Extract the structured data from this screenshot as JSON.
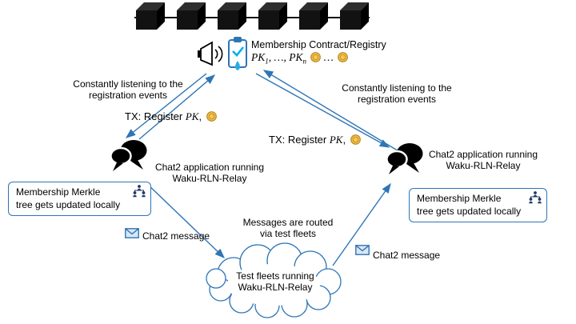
{
  "diagram": {
    "contract": {
      "title": "Membership Contract/Registry",
      "pk": "PK",
      "pk_sub_first": "1",
      "pk_mid": ", …, ",
      "pk_sub_last": "n",
      "coins_ellipsis": "…"
    },
    "listening_left": {
      "line1": "Constantly listening to the",
      "line2": "registration events"
    },
    "listening_right": {
      "line1": "Constantly listening to the",
      "line2": "registration events"
    },
    "tx_left": {
      "prefix": "TX: Register ",
      "pk": "PK",
      "suffix": ","
    },
    "tx_right": {
      "prefix": "TX: Register ",
      "pk": "PK",
      "suffix": ","
    },
    "chat_app_left": {
      "line1": "Chat2 application running",
      "line2": "Waku-RLN-Relay"
    },
    "chat_app_right": {
      "line1": "Chat2 application running",
      "line2": "Waku-RLN-Relay"
    },
    "merkle_left": {
      "line1": "Membership Merkle",
      "line2": "tree gets updated locally"
    },
    "merkle_right": {
      "line1": "Membership Merkle",
      "line2": "tree gets updated locally"
    },
    "routed": {
      "line1": "Messages are routed",
      "line2": "via test fleets"
    },
    "message_left": "Chat2 message",
    "message_right": "Chat2 message",
    "cloud": {
      "line1": "Test fleets running",
      "line2": "Waku-RLN-Relay"
    }
  },
  "colors": {
    "arrow_blue": "#2E75B6",
    "box_border_blue": "#2E75B6",
    "coin_gold": "#F5C84C",
    "cube_black": "#121212",
    "icon_navy": "#1F3864"
  }
}
